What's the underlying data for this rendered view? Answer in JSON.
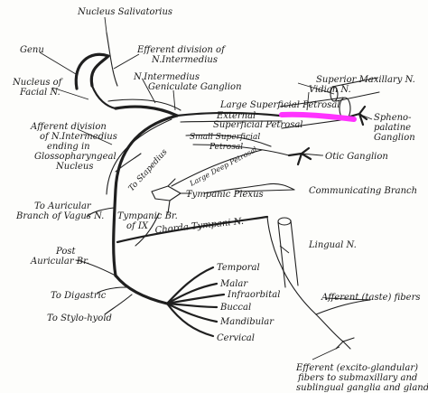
{
  "labels": {
    "nucleus_salivatorius": "Nucleus Salivatorius",
    "efferent_division_1": "Efferent division of",
    "efferent_division_2": "N.Intermedius",
    "genu": "Genu",
    "nucleus_facial_1": "Nucleus of",
    "nucleus_facial_2": "Facial N.",
    "n_intermedius": "N.Intermedius",
    "geniculate_ganglion": "Geniculate Ganglion",
    "superior_maxillary": "Superior Maxillary N.",
    "vidian": "Vidian N.",
    "large_superficial_petrosal": "Large Superficial Petrosal",
    "external_superficial_petrosal_1": "External",
    "external_superficial_petrosal_2": "Superficial Petrosal",
    "sphenopalatine_1": "Spheno-",
    "sphenopalatine_2": "palatine",
    "sphenopalatine_3": "Ganglion",
    "small_superficial_petrosal_1": "Small Superficial",
    "small_superficial_petrosal_2": "Petrosal",
    "afferent_division_1": "Afferent division",
    "afferent_division_2": "of N.Intermedius",
    "afferent_division_3": "ending in",
    "afferent_division_4": "Glossopharyngeal",
    "afferent_division_5": "Nucleus",
    "otic_ganglion": "Otic Ganglion",
    "large_deep_petrosal": "Large Deep Petrosal",
    "to_stapedius": "To Stapedius",
    "tympanic_plexus": "Tympanic Plexus",
    "communicating_branch": "Communicating Branch",
    "to_auricular_1": "To Auricular",
    "to_auricular_2": "Branch of Vagus N.",
    "tympanic_br_1": "Tympanic Br.",
    "tympanic_br_2": "of IX",
    "chorda_tympani": "Chorda Tympani N.",
    "lingual": "Lingual N.",
    "post_auricular_1": "Post",
    "post_auricular_2": "Auricular Br.",
    "temporal": "Temporal",
    "malar": "Malar",
    "infraorbital": "Infraorbital",
    "buccal": "Buccal",
    "mandibular": "Mandibular",
    "cervical": "Cervical",
    "to_digastric": "To Digastric",
    "to_stylo_hyoid": "To Stylo-hyoid",
    "afferent_taste": "Afferent (taste) fibers",
    "efferent_excito_1": "Efferent (excito-glandular)",
    "efferent_excito_2": "fibers to submaxillary and",
    "efferent_excito_3": "sublingual ganglia and glands"
  },
  "colors": {
    "highlight": "#ff33ff",
    "ink": "#1f1f1f",
    "paper": "#fdfdfb"
  }
}
